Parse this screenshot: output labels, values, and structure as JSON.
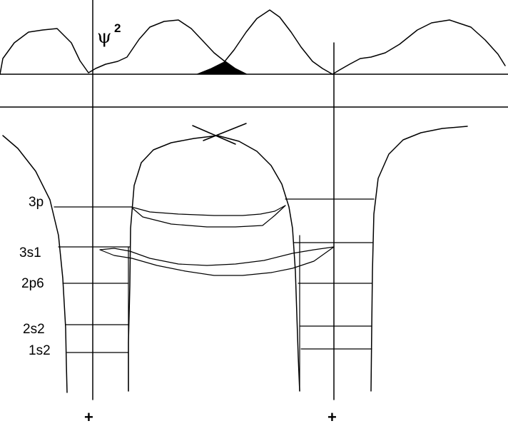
{
  "psi_label": {
    "symbol": "ψ",
    "superscript": "2"
  },
  "levels": [
    {
      "id": "3p",
      "label": "3p"
    },
    {
      "id": "3s1",
      "label": "3s1"
    },
    {
      "id": "2p6",
      "label": "2p6"
    },
    {
      "id": "2s2",
      "label": "2s2"
    },
    {
      "id": "1s2",
      "label": "1s2"
    }
  ],
  "nuclei": [
    {
      "id": "left",
      "label": "+"
    },
    {
      "id": "right",
      "label": "+"
    }
  ]
}
